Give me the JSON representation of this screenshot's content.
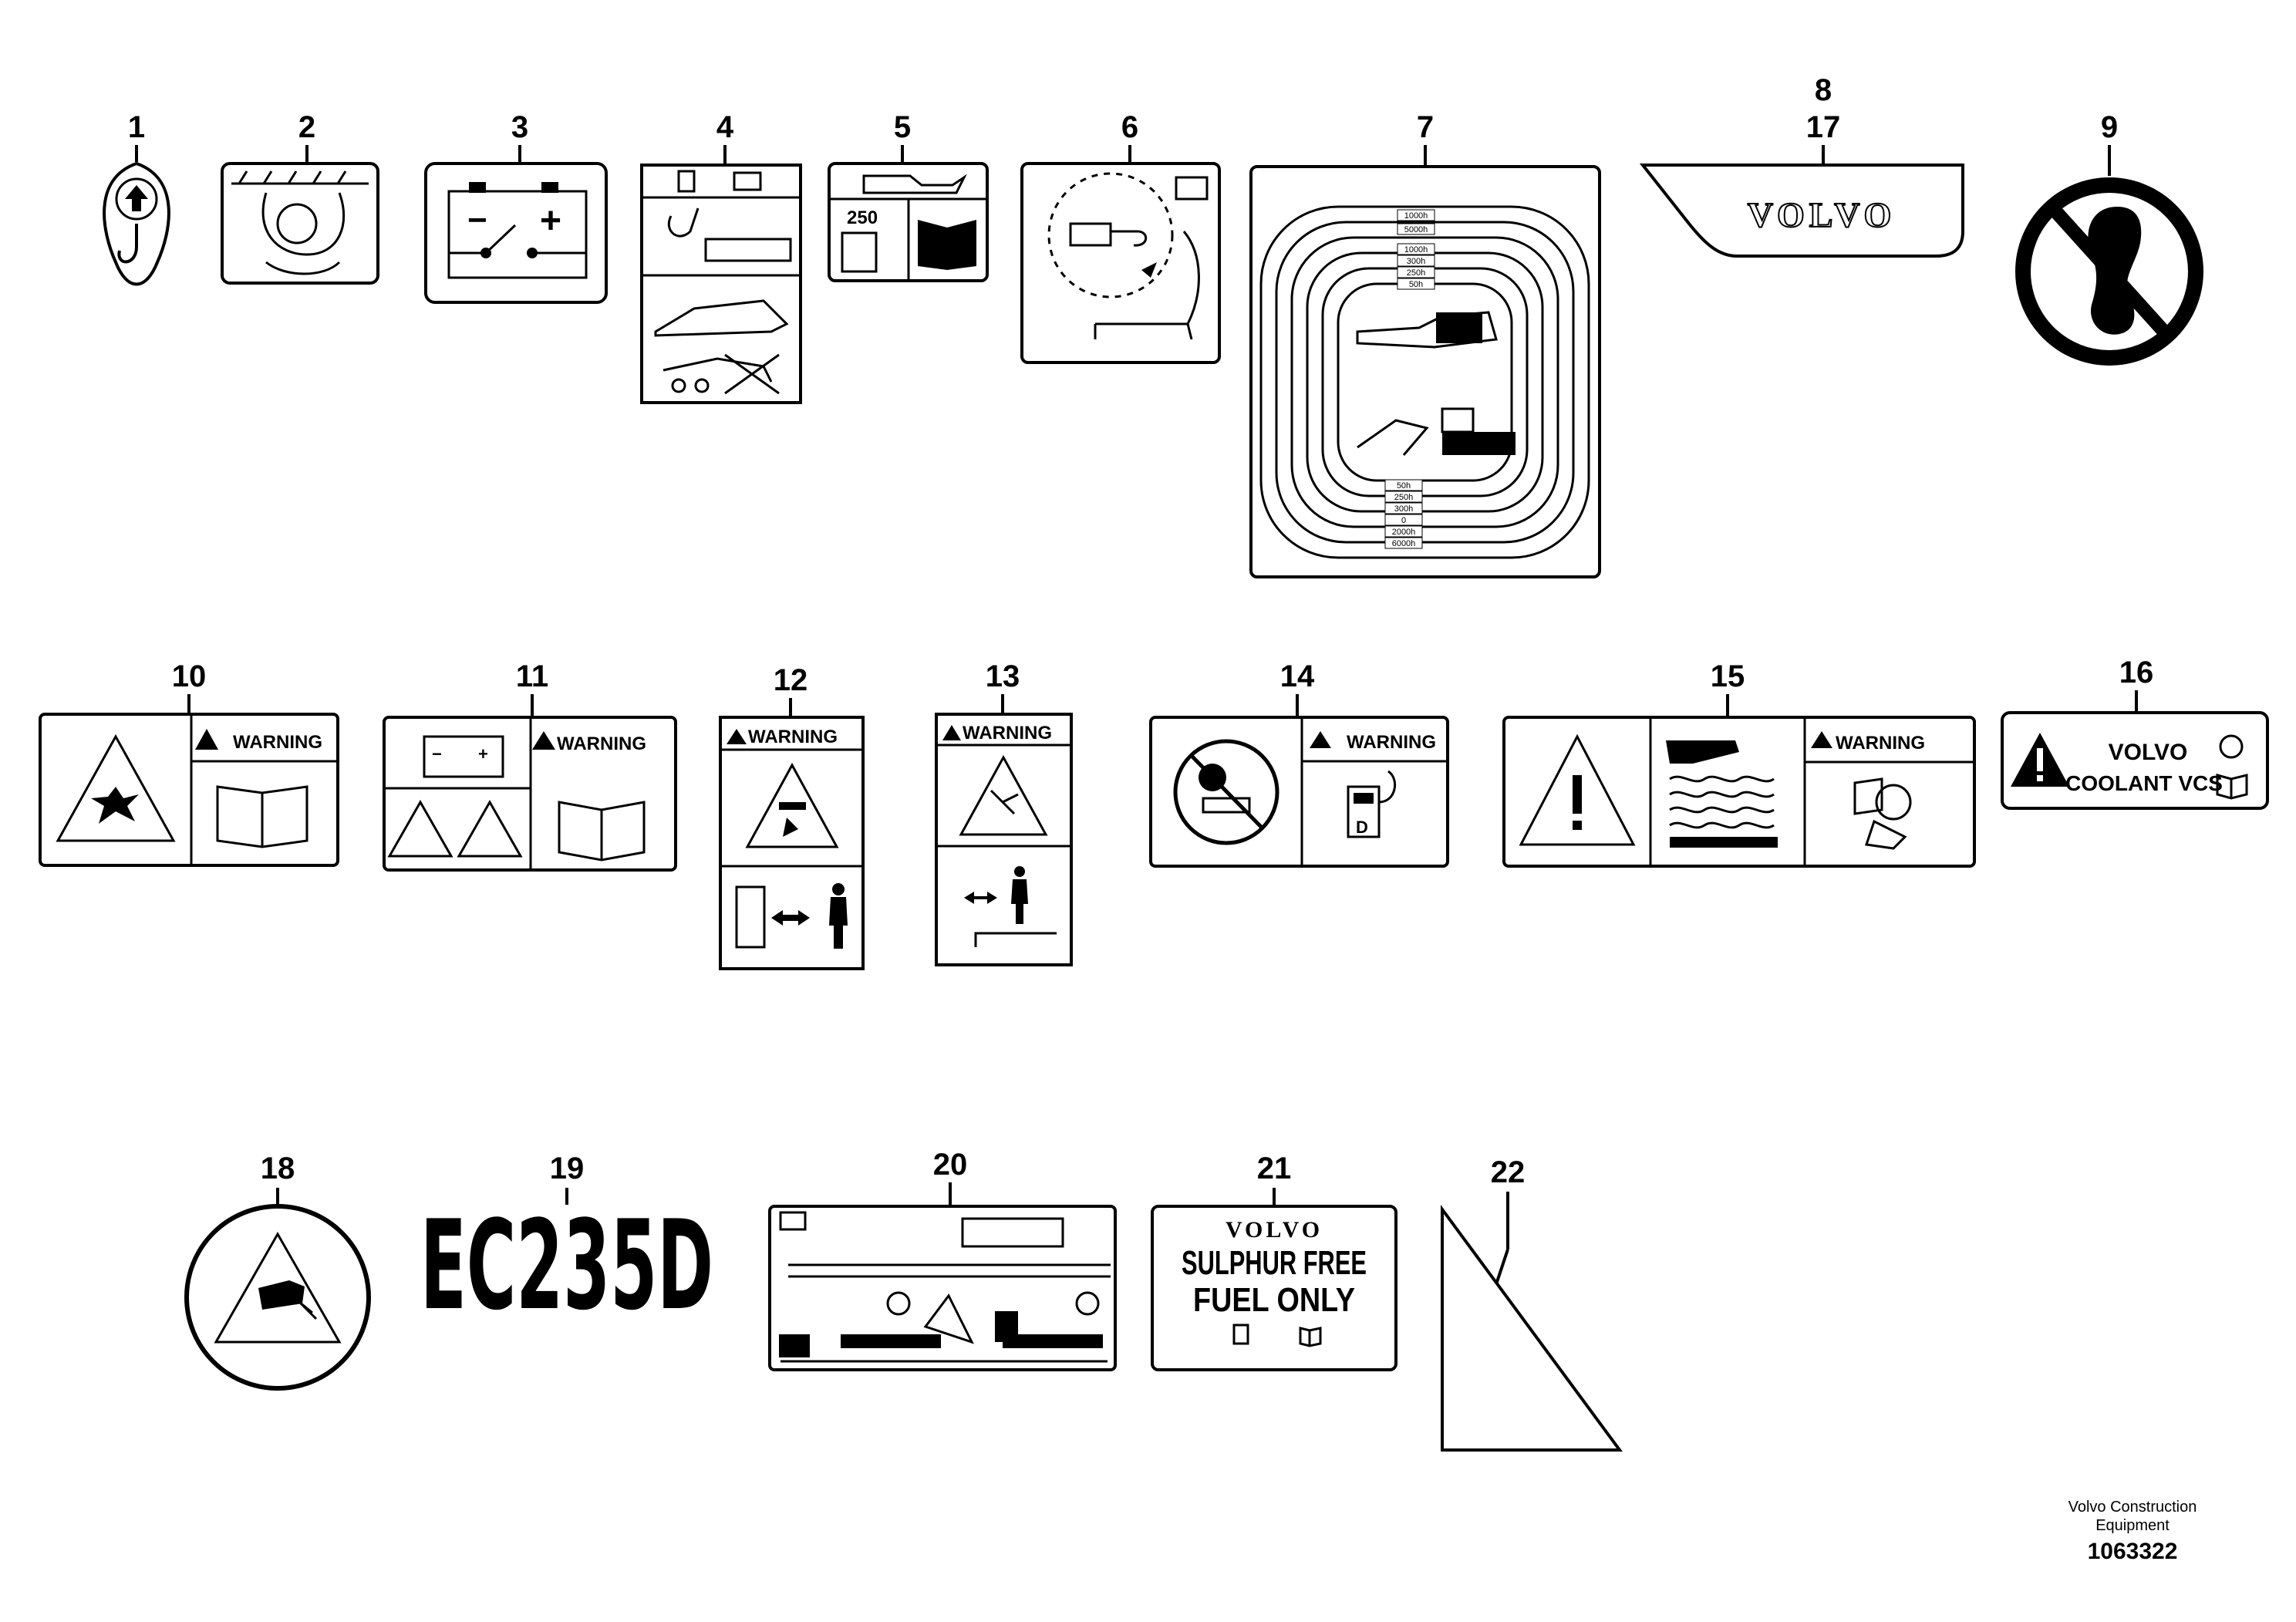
{
  "items": [
    {
      "number": "1"
    },
    {
      "number": "2"
    },
    {
      "number": "3"
    },
    {
      "number": "4"
    },
    {
      "number": "5"
    },
    {
      "number": "6"
    },
    {
      "number": "7"
    },
    {
      "number": "8"
    },
    {
      "number": "9"
    },
    {
      "number": "10"
    },
    {
      "number": "11"
    },
    {
      "number": "12"
    },
    {
      "number": "13"
    },
    {
      "number": "14"
    },
    {
      "number": "15"
    },
    {
      "number": "16"
    },
    {
      "number": "17"
    },
    {
      "number": "18"
    },
    {
      "number": "19"
    },
    {
      "number": "20"
    },
    {
      "number": "21"
    },
    {
      "number": "22"
    }
  ],
  "labels": {
    "warning": "WARNING",
    "volvo": "VOLVO",
    "coolant": "COOLANT VCS",
    "model": "EC235D",
    "sulphur_line1": "SULPHUR FREE",
    "sulphur_line2": "FUEL ONLY",
    "interval_250": "250",
    "service_hours": [
      "1000h",
      "5000h",
      "1000h",
      "300h",
      "250h",
      "50h",
      "50h",
      "250h",
      "300h",
      "0",
      "2000h",
      "6000h"
    ]
  },
  "footer": {
    "company_line1": "Volvo Construction",
    "company_line2": "Equipment",
    "drawing_id": "1063322"
  }
}
